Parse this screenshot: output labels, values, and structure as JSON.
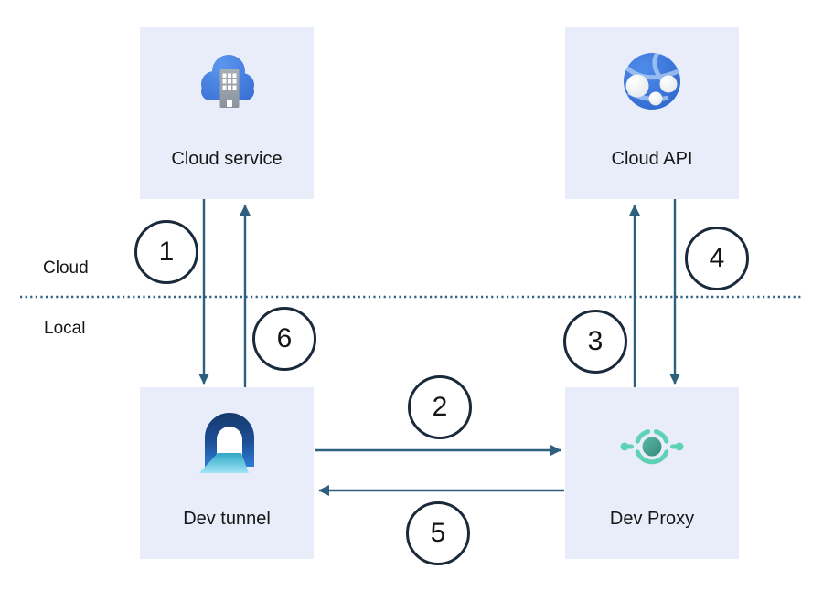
{
  "regions": {
    "top": "Cloud",
    "bottom": "Local"
  },
  "nodes": {
    "cloud_service": {
      "label": "Cloud service",
      "icon": "cloud-service-icon"
    },
    "cloud_api": {
      "label": "Cloud API",
      "icon": "cloud-api-icon"
    },
    "dev_tunnel": {
      "label": "Dev tunnel",
      "icon": "dev-tunnel-icon"
    },
    "dev_proxy": {
      "label": "Dev Proxy",
      "icon": "dev-proxy-icon"
    }
  },
  "steps": [
    {
      "number": "1",
      "from": "Cloud service",
      "to": "Dev tunnel"
    },
    {
      "number": "2",
      "from": "Dev tunnel",
      "to": "Dev Proxy"
    },
    {
      "number": "3",
      "from": "Dev Proxy",
      "to": "Cloud API"
    },
    {
      "number": "4",
      "from": "Cloud API",
      "to": "Dev Proxy"
    },
    {
      "number": "5",
      "from": "Dev Proxy",
      "to": "Dev tunnel"
    },
    {
      "number": "6",
      "from": "Dev tunnel",
      "to": "Cloud service"
    }
  ],
  "colors": {
    "node_background": "#e8edf9",
    "arrow": "#2d607f",
    "divider_dotted": "#2f6386",
    "step_circle_border": "#1b2a3a",
    "text": "#1a1a1a",
    "cloud_icon_blue": "#4181e4",
    "tunnel_navy": "#16396b",
    "tunnel_floor_cyan": "#9fe6f6",
    "proxy_mint": "#5ed3b4",
    "proxy_core_teal": "#34897c"
  }
}
